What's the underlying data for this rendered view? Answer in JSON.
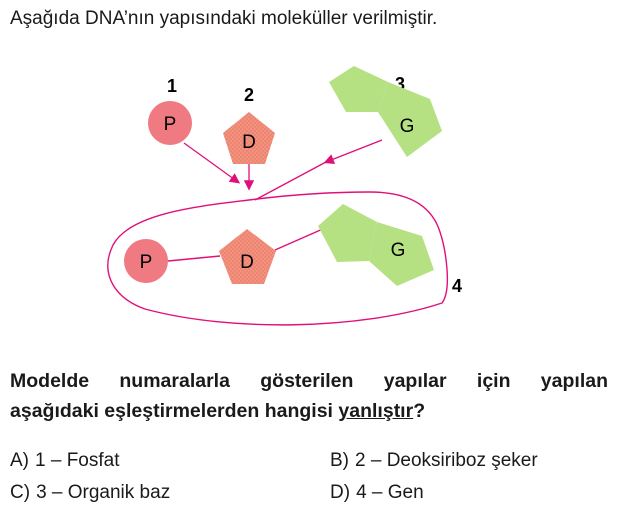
{
  "intro": "Aşağıda DNA’nın yapısındaki moleküller verilmiştir.",
  "diagram": {
    "num1": "1",
    "num2": "2",
    "num3": "3",
    "num4": "4",
    "top_p": "P",
    "top_d": "D",
    "top_g": "G",
    "bot_p": "P",
    "bot_d": "D",
    "bot_g": "G",
    "colors": {
      "phosphate": "#f07a82",
      "sugar": "#f3917e",
      "base": "#b6e183",
      "line": "#e0107a"
    }
  },
  "question": {
    "line1": "Modelde numaralarla gösterilen yapılar için yapılan",
    "line2_pre": "aşağıdaki eşleştirmelerden hangisi ",
    "line2_underlined": "yanlıştır",
    "line2_post": "?"
  },
  "options": [
    {
      "label": "A)",
      "text": "1 – Fosfat"
    },
    {
      "label": "B)",
      "text": "2 – Deoksiriboz şeker"
    },
    {
      "label": "C)",
      "text": "3 – Organik baz"
    },
    {
      "label": "D)",
      "text": "4 – Gen"
    }
  ]
}
